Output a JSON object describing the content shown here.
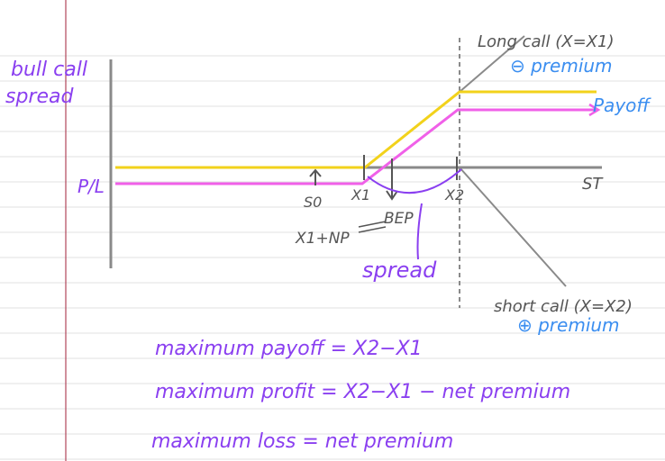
{
  "title_line1": "bull call",
  "title_line2": "spread",
  "pl_label": "P/L",
  "st_label": "ST",
  "s0_label": "S0",
  "x1_label": "X1",
  "x2_label": "X2",
  "bep_formula": "X1+NP",
  "bep_label": "BEP",
  "spread_label": "spread",
  "long_call_label": "Long call (X=X1)",
  "long_call_premium": "⊖ premium",
  "payoff_label": "Payoff",
  "short_call_label": "short call (X=X2)",
  "short_call_premium": "⊕ premium",
  "formulas": [
    "maximum payoff = X2−X1",
    "maximum profit = X2−X1 − net premium",
    "maximum loss = net premium"
  ],
  "colors": {
    "payoff_line": "#f2d21b",
    "profit_line": "#f060e8",
    "annotation": "#8a3ff0",
    "premium_text": "#3b8ef0",
    "axis": "#8a8a8a",
    "margin_line": "#b0455a"
  }
}
